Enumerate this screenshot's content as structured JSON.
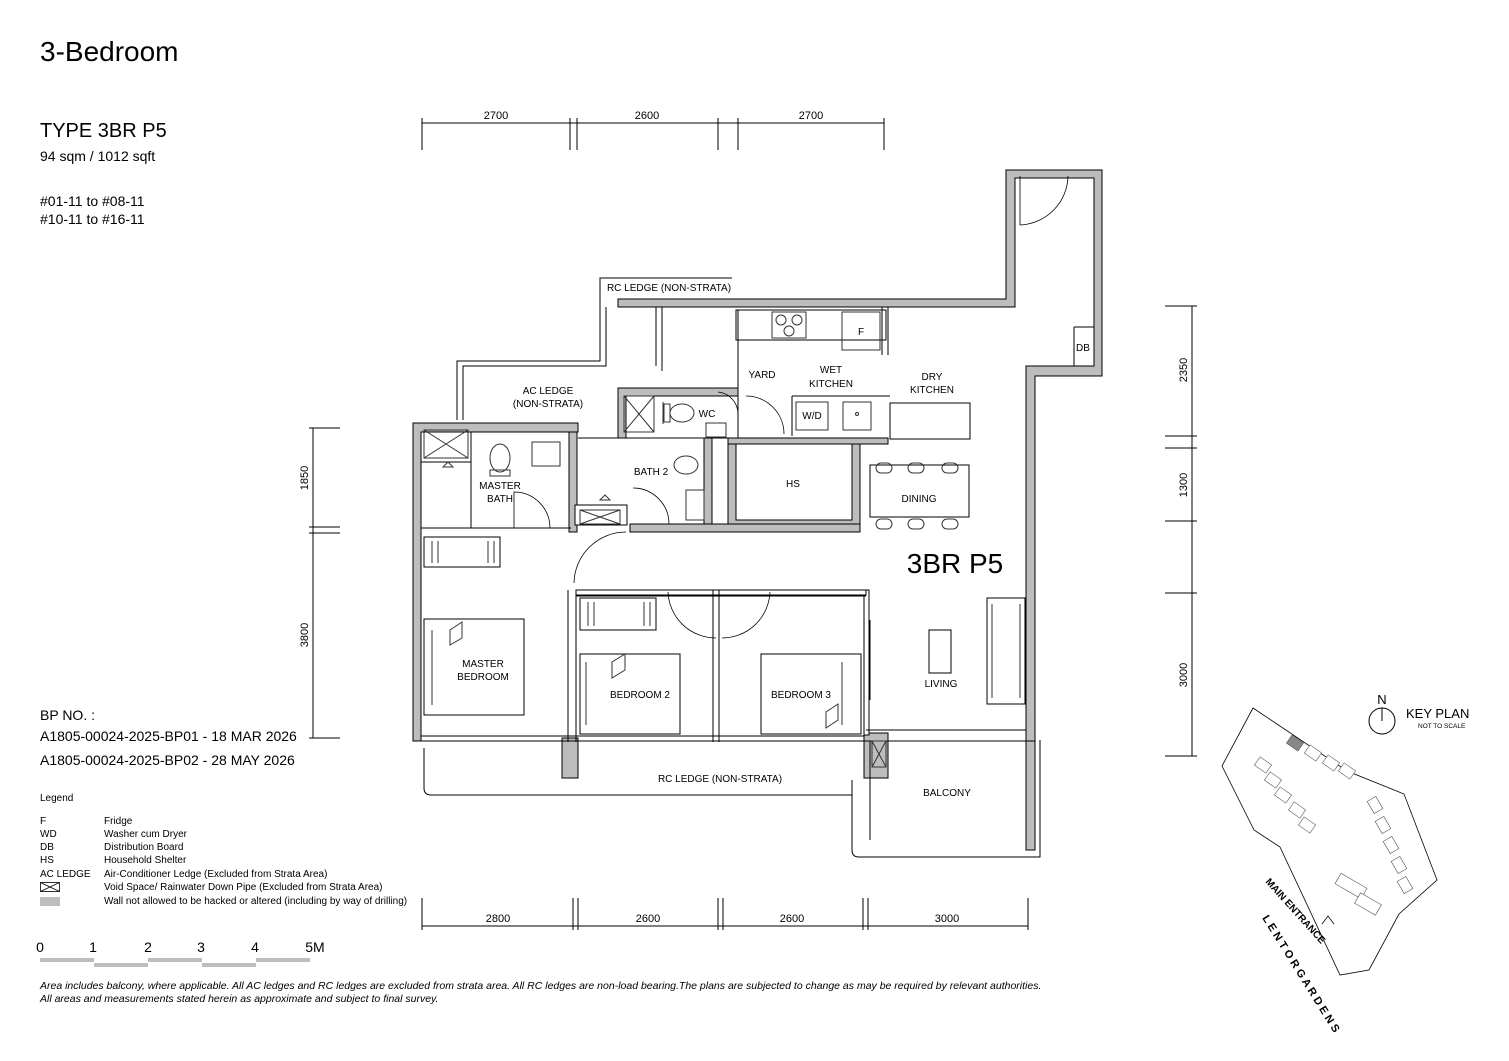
{
  "title": "3-Bedroom",
  "unit": {
    "type": "TYPE 3BR P5",
    "area": "94 sqm / 1012 sqft",
    "unit_ranges": [
      "#01-11 to #08-11",
      "#10-11 to #16-11"
    ]
  },
  "bp": {
    "label": "BP NO. :",
    "numbers": [
      "A1805-00024-2025-BP01 - 18 MAR 2026",
      "A1805-00024-2025-BP02 - 28 MAY 2026"
    ]
  },
  "legend": {
    "title": "Legend",
    "items": [
      {
        "key": "F",
        "desc": "Fridge"
      },
      {
        "key": "WD",
        "desc": "Washer cum Dryer"
      },
      {
        "key": "DB",
        "desc": "Distribution Board"
      },
      {
        "key": "HS",
        "desc": "Household Shelter"
      },
      {
        "key": "AC LEDGE",
        "desc": "Air-Conditioner Ledge (Excluded from Strata Area)"
      },
      {
        "key": "",
        "desc": "Void Space/ Rainwater Down Pipe (Excluded from Strata Area)"
      },
      {
        "key": "",
        "desc": "Wall not allowed to be hacked or altered (including by way of drilling)"
      }
    ]
  },
  "scale": {
    "ticks": [
      "0",
      "1",
      "2",
      "3",
      "4",
      "5M"
    ]
  },
  "dimensions": {
    "top": [
      "2700",
      "2600",
      "2700"
    ],
    "bottom": [
      "2800",
      "2600",
      "2600",
      "3000"
    ],
    "left": [
      "1850",
      "3800"
    ],
    "right": [
      "2350",
      "1300",
      "3000"
    ]
  },
  "rooms": {
    "rc_ledge_top": "RC LEDGE (NON-STRATA)",
    "ac_ledge": [
      "AC LEDGE",
      "(NON-STRATA)"
    ],
    "yard": "YARD",
    "wet_kitchen": [
      "WET",
      "KITCHEN"
    ],
    "dry_kitchen": [
      "DRY",
      "KITCHEN"
    ],
    "wc": "WC",
    "wd": "W/D",
    "fridge": "F",
    "db": "DB",
    "bath2": "BATH 2",
    "master_bath": [
      "MASTER",
      "BATH"
    ],
    "hs": "HS",
    "dining": "DINING",
    "unit_label": "3BR P5",
    "master_bedroom": [
      "MASTER",
      "BEDROOM"
    ],
    "bedroom2": "BEDROOM 2",
    "bedroom3": "BEDROOM 3",
    "living": "LIVING",
    "balcony": "BALCONY",
    "rc_ledge_bottom": "RC LEDGE (NON-STRATA)"
  },
  "key_plan": {
    "north": "N",
    "title": "KEY PLAN",
    "subtitle": "NOT TO SCALE",
    "main_entrance": "MAIN ENTRANCE",
    "road": "L E N T O R   G A R D E N S"
  },
  "disclaimer": [
    "Area includes balcony, where applicable. All AC ledges and RC ledges are excluded from strata area. All RC ledges are non-load bearing.The plans are subjected to change as may be required by relevant authorities.",
    "All areas and measurements stated herein as approximate and subject to final survey."
  ],
  "colors": {
    "wall": "#bdbdbd",
    "line": "#000000",
    "fixture": "#333333"
  }
}
